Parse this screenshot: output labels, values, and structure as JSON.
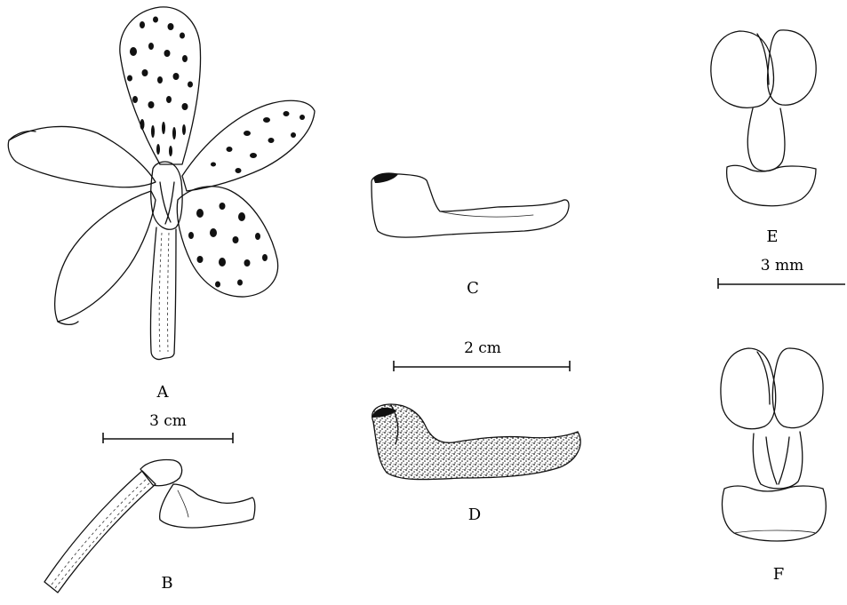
{
  "figure": {
    "labels": {
      "A": "A",
      "B": "B",
      "C": "C",
      "D": "D",
      "E": "E",
      "F": "F"
    },
    "scale_bars": {
      "flower": "3 cm",
      "lip": "2 cm",
      "pollinia": "3 mm"
    }
  }
}
